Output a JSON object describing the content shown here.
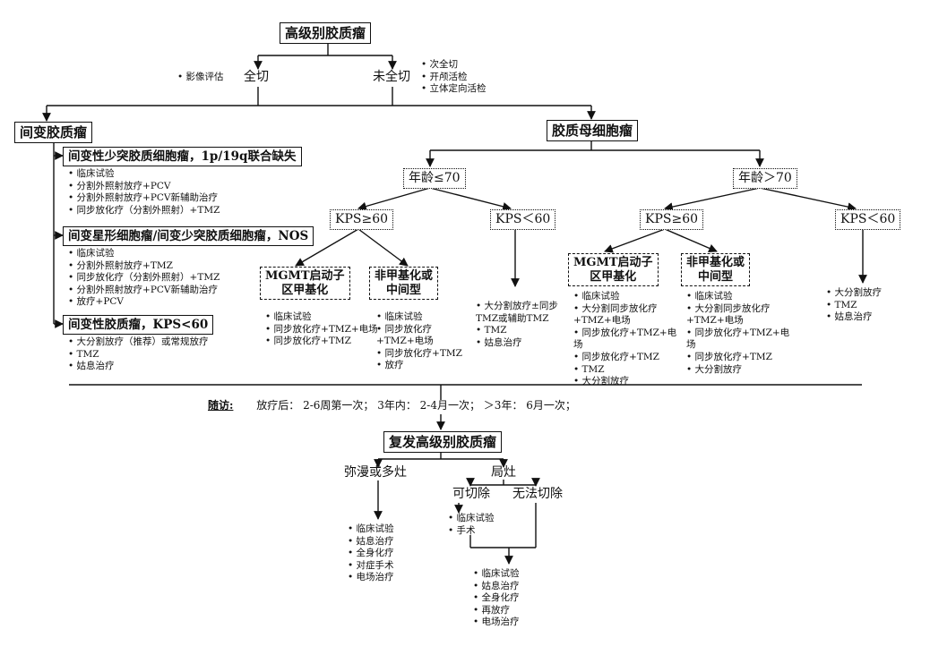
{
  "root": {
    "title": "高级别胶质瘤"
  },
  "resection": {
    "total": "全切",
    "subtotal": "未全切",
    "total_bullets": [
      "影像评估"
    ],
    "subtotal_bullets": [
      "次全切",
      "开颅活检",
      "立体定向活检"
    ]
  },
  "anaplastic": {
    "title": "间变胶质瘤",
    "groups": [
      {
        "title": "间变性少突胶质细胞瘤，1p/19q联合缺失",
        "items": [
          "临床试验",
          "分割外照射放疗+PCV",
          "分割外照射放疗+PCV新辅助治疗",
          "同步放化疗（分割外照射）+TMZ"
        ]
      },
      {
        "title": "间变星形细胞瘤/间变少突胶质细胞瘤，NOS",
        "items": [
          "临床试验",
          "分割外照射放疗+TMZ",
          "同步放化疗（分割外照射）+TMZ",
          "分割外照射放疗+PCV新辅助治疗",
          "放疗+PCV"
        ]
      },
      {
        "title": "间变性胶质瘤，KPS<60",
        "items": [
          "大分割放疗（推荐）或常规放疗",
          "TMZ",
          "姑息治疗"
        ]
      }
    ]
  },
  "gbm": {
    "title": "胶质母细胞瘤",
    "age_le70": "年龄≤70",
    "age_gt70": "年龄＞70",
    "kps_ge60": "KPS≥60",
    "kps_lt60": "KPS＜60",
    "mgmt_line1": "MGMT启动子",
    "mgmt_line2": "区甲基化",
    "nonmeth_line1": "非甲基化或",
    "nonmeth_line2": "中间型",
    "le70_mgmt_items": [
      "临床试验",
      "同步放化疗+TMZ+电场",
      "同步放化疗+TMZ"
    ],
    "le70_nonmeth_items": [
      "临床试验",
      "同步放化疗+TMZ+电场",
      "同步放化疗+TMZ",
      "放疗"
    ],
    "le70_lowkps_items": [
      "大分割放疗±同步TMZ或辅助TMZ",
      "TMZ",
      "姑息治疗"
    ],
    "gt70_mgmt_items": [
      "临床试验",
      "大分割同步放化疗+TMZ+电场",
      "同步放化疗+TMZ+电场",
      "同步放化疗+TMZ",
      "TMZ",
      "大分割放疗"
    ],
    "gt70_nonmeth_items": [
      "临床试验",
      "大分割同步放化疗+TMZ+电场",
      "同步放化疗+TMZ+电场",
      "同步放化疗+TMZ",
      "大分割放疗"
    ],
    "gt70_lowkps_items": [
      "大分割放疗",
      "TMZ",
      "姑息治疗"
    ]
  },
  "followup": {
    "label": "随访:",
    "text": "放疗后： 2-6周第一次； 3年内： 2-4月一次； ＞3年： 6月一次；"
  },
  "recurrence": {
    "title": "复发高级别胶质瘤",
    "diffuse": "弥漫或多灶",
    "local": "局灶",
    "resectable": "可切除",
    "unresectable": "无法切除",
    "diffuse_items": [
      "临床试验",
      "姑息治疗",
      "全身化疗",
      "对症手术",
      "电场治疗"
    ],
    "resectable_items": [
      "临床试验",
      "手术"
    ],
    "final_items": [
      "临床试验",
      "姑息治疗",
      "全身化疗",
      "再放疗",
      "电场治疗"
    ]
  }
}
